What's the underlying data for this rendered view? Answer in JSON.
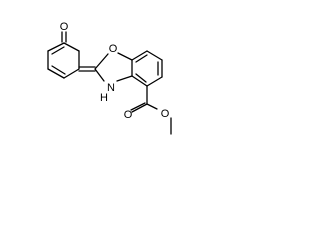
{
  "molecule": {
    "atoms": {
      "ketone_oxygen": "O",
      "ring_oxygen": "O",
      "nh_n": "N",
      "nh_h": "H",
      "carbonyl_oxygen": "O",
      "ester_oxygen": "O"
    }
  },
  "colors": {
    "background": "#ffffff",
    "bond": "#000000",
    "label": "#000000"
  }
}
